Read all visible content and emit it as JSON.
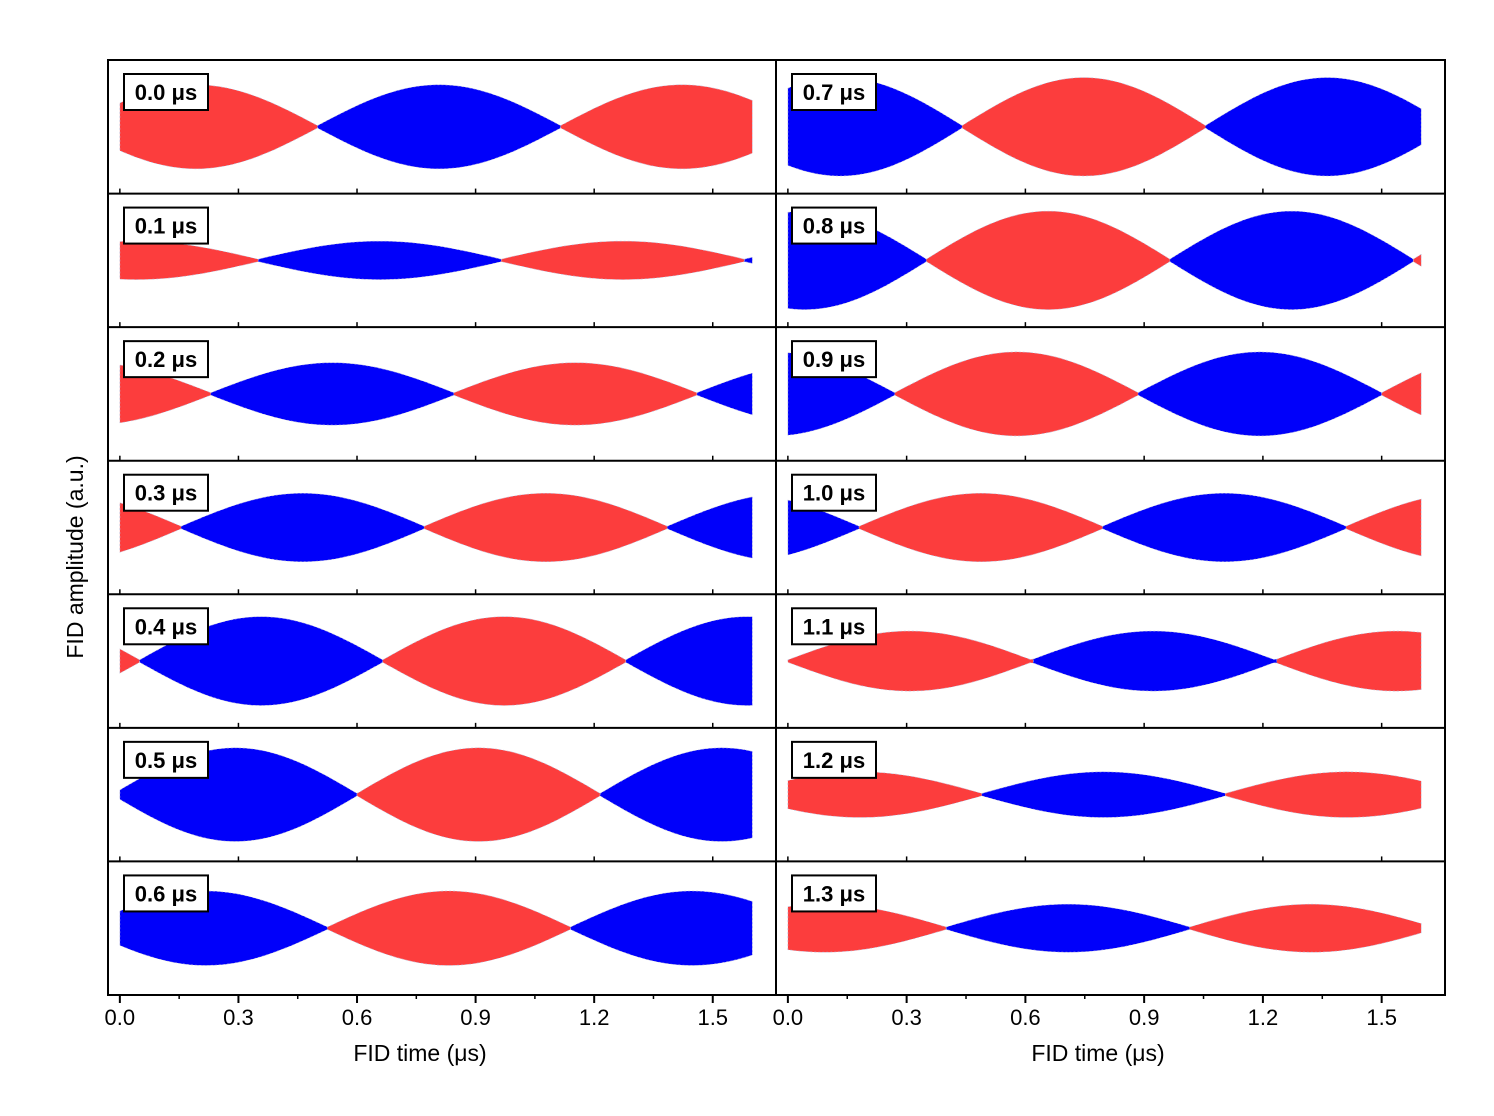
{
  "figure": {
    "ylabel": "FID amplitude (a.u.)",
    "xlabel_left": "FID time (μs)",
    "xlabel_right": "FID time (μs)"
  },
  "chart_data": {
    "type": "area",
    "description_of_signal": "",
    "colors": {
      "positive": "#fc3d3d",
      "negative": "#0000fa",
      "frame": "#000000"
    },
    "grid": false,
    "xlim": [
      -0.03,
      1.66
    ],
    "xticks": [
      "0.0",
      "0.3",
      "0.6",
      "0.9",
      "1.2",
      "1.5"
    ],
    "xtick_values": [
      0.0,
      0.3,
      0.6,
      0.9,
      1.2,
      1.5
    ],
    "signal_x_range": [
      0.0,
      1.6
    ],
    "beat_period_us": 1.23,
    "panels": [
      {
        "label": "0.0 μs",
        "column": 0,
        "row": 0,
        "amplitude": 0.68,
        "zero_crossings": [
          0.5,
          1.115
        ],
        "first_lobe_sign": 1
      },
      {
        "label": "0.1 μs",
        "column": 0,
        "row": 1,
        "amplitude": 0.3,
        "zero_crossings": [
          0.35,
          0.965,
          1.58
        ],
        "first_lobe_sign": 1
      },
      {
        "label": "0.2 μs",
        "column": 0,
        "row": 2,
        "amplitude": 0.5,
        "zero_crossings": [
          0.23,
          0.845,
          1.46
        ],
        "first_lobe_sign": 1
      },
      {
        "label": "0.3 μs",
        "column": 0,
        "row": 3,
        "amplitude": 0.55,
        "zero_crossings": [
          0.155,
          0.77,
          1.385
        ],
        "first_lobe_sign": 1
      },
      {
        "label": "0.4 μs",
        "column": 0,
        "row": 4,
        "amplitude": 0.72,
        "zero_crossings": [
          0.05,
          0.665,
          1.28
        ],
        "first_lobe_sign": 1
      },
      {
        "label": "0.5 μs",
        "column": 0,
        "row": 5,
        "amplitude": 0.76,
        "zero_crossings": [
          -0.015,
          0.6,
          1.215
        ],
        "first_lobe_sign": -1
      },
      {
        "label": "0.6 μs",
        "column": 0,
        "row": 6,
        "amplitude": 0.6,
        "zero_crossings": [
          0.525,
          1.14
        ],
        "first_lobe_sign": -1
      },
      {
        "label": "0.7 μs",
        "column": 1,
        "row": 0,
        "amplitude": 0.8,
        "zero_crossings": [
          0.44,
          1.055
        ],
        "first_lobe_sign": -1
      },
      {
        "label": "0.8 μs",
        "column": 1,
        "row": 1,
        "amplitude": 0.8,
        "zero_crossings": [
          0.35,
          0.965,
          1.58
        ],
        "first_lobe_sign": -1
      },
      {
        "label": "0.9 μs",
        "column": 1,
        "row": 2,
        "amplitude": 0.68,
        "zero_crossings": [
          0.27,
          0.885,
          1.5
        ],
        "first_lobe_sign": -1
      },
      {
        "label": "1.0 μs",
        "column": 1,
        "row": 3,
        "amplitude": 0.55,
        "zero_crossings": [
          0.18,
          0.795,
          1.41
        ],
        "first_lobe_sign": -1
      },
      {
        "label": "1.1 μs",
        "column": 1,
        "row": 4,
        "amplitude": 0.48,
        "zero_crossings": [
          0.0,
          0.62,
          1.235
        ],
        "first_lobe_sign": 1
      },
      {
        "label": "1.2 μs",
        "column": 1,
        "row": 5,
        "amplitude": 0.36,
        "zero_crossings": [
          0.49,
          1.105
        ],
        "first_lobe_sign": 1
      },
      {
        "label": "1.3 μs",
        "column": 1,
        "row": 6,
        "amplitude": 0.38,
        "zero_crossings": [
          0.4,
          1.015
        ],
        "first_lobe_sign": 1
      }
    ]
  }
}
